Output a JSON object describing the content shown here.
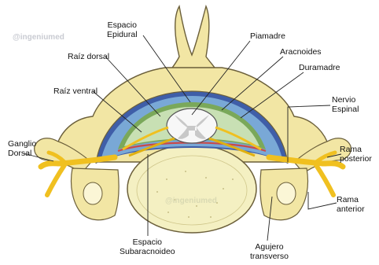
{
  "watermark": "@ingeniumed",
  "labels": {
    "espacio_epidural": [
      "Espacio",
      "Epidural"
    ],
    "raiz_dorsal": "Raíz dorsal",
    "raiz_ventral": "Raíz ventral",
    "ganglio_dorsal": [
      "Ganglio",
      "Dorsal"
    ],
    "piamadre": "Piamadre",
    "aracnoides": "Aracnoides",
    "duramadre": "Duramadre",
    "nervio_espinal": [
      "Nervio",
      "Espinal"
    ],
    "rama_posterior": [
      "Rama",
      "posterior"
    ],
    "rama_anterior": [
      "Rama",
      "anterior"
    ],
    "espacio_subaracnoideo": [
      "Espacio",
      "Subaracnoideo"
    ],
    "agujero_transverso": [
      "Agujero",
      "transverso"
    ]
  },
  "colors": {
    "bone": "#f2e6a4",
    "bone_outline": "#6b5f3a",
    "vertebral_body": "#f4f0c2",
    "dura": "#3f5ea8",
    "epidural_fat": "#79a8d6",
    "arachnoid": "#7aa85a",
    "pia": "#c94a4a",
    "spinal_cord": "#f7f7f7",
    "grey_matter": "#c8c8c8",
    "nerve": "#f0c020"
  }
}
